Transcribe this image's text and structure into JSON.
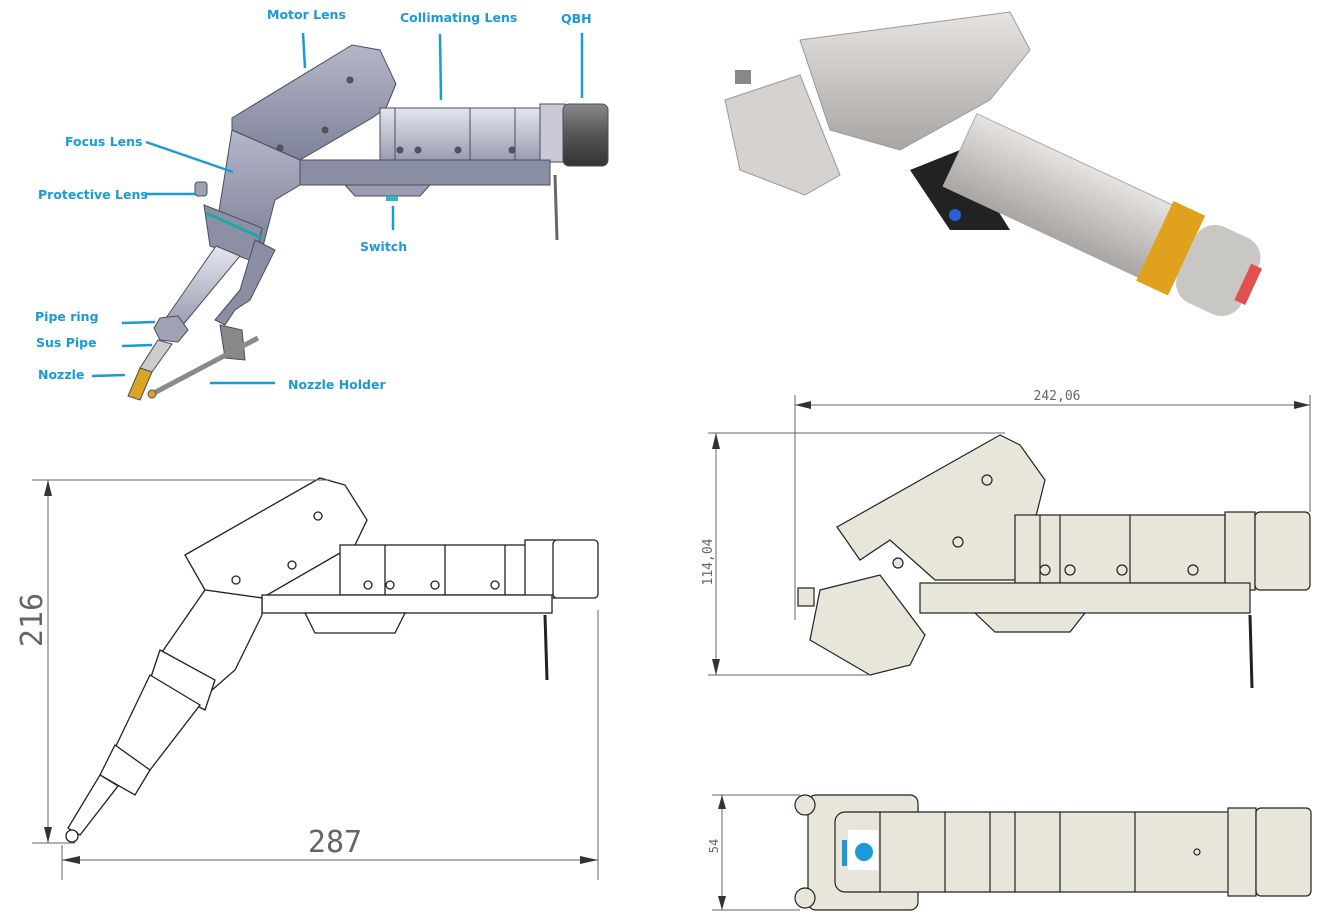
{
  "labeled_view": {
    "labels": {
      "motor_lens": "Motor Lens",
      "collimating_lens": "Collimating Lens",
      "qbh": "QBH",
      "focus_lens": "Focus Lens",
      "protective_lens": "Protective Lens",
      "switch": "Switch",
      "pipe_ring": "Pipe ring",
      "sus_pipe": "Sus Pipe",
      "nozzle": "Nozzle",
      "nozzle_holder": "Nozzle Holder"
    },
    "label_color": "#1a9ad6"
  },
  "side_view_dimensions": {
    "height": "216",
    "width": "287"
  },
  "head_view_dimensions": {
    "width": "242,06",
    "height": "114,04"
  },
  "top_view_dimensions": {
    "width": "54"
  },
  "colors": {
    "body_gray": "#8f93a8",
    "drawing_beige": "#e8e6da",
    "gold": "#d9a520"
  }
}
